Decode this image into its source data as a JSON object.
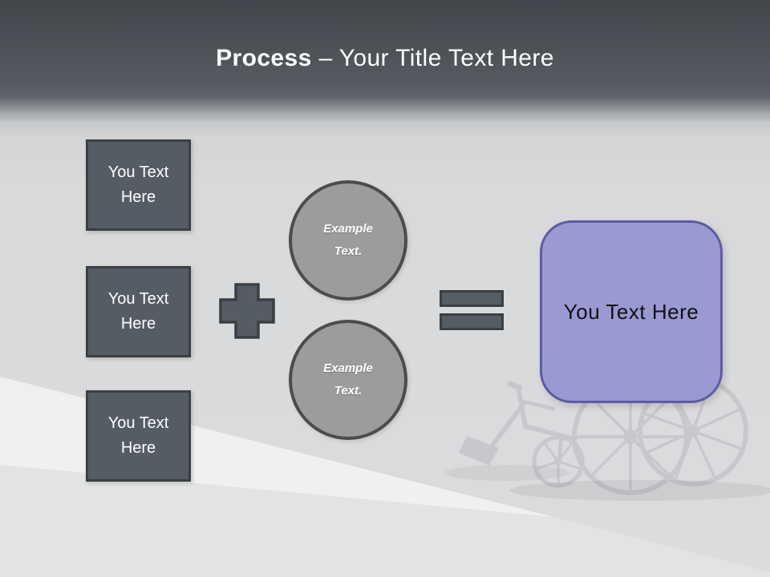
{
  "slide": {
    "title": {
      "prefix": "Process",
      "suffix": " – Your Title Text Here"
    },
    "input_boxes": [
      {
        "line1": "You Text",
        "line2": "Here"
      },
      {
        "line1": "You Text",
        "line2": "Here"
      },
      {
        "line1": "You Text",
        "line2": "Here"
      }
    ],
    "example_circles": [
      {
        "line1": "Example",
        "line2": "Text."
      },
      {
        "line1": "Example",
        "line2": "Text."
      }
    ],
    "operators": {
      "plus": "+",
      "equals": "="
    },
    "result_box": {
      "label": "You Text Here"
    },
    "watermark_icon": "wheelchair",
    "colors": {
      "header_dark": "#4a4e53",
      "canvas_light": "#d8d9da",
      "shape_gray_fill": "#565c63",
      "shape_gray_border": "#3a3f44",
      "circle_fill": "#9c9c9c",
      "circle_border": "#4c4c4c",
      "result_fill": "#9a99d1",
      "result_border": "#5e5aa8",
      "title_text": "#ffffff"
    }
  }
}
